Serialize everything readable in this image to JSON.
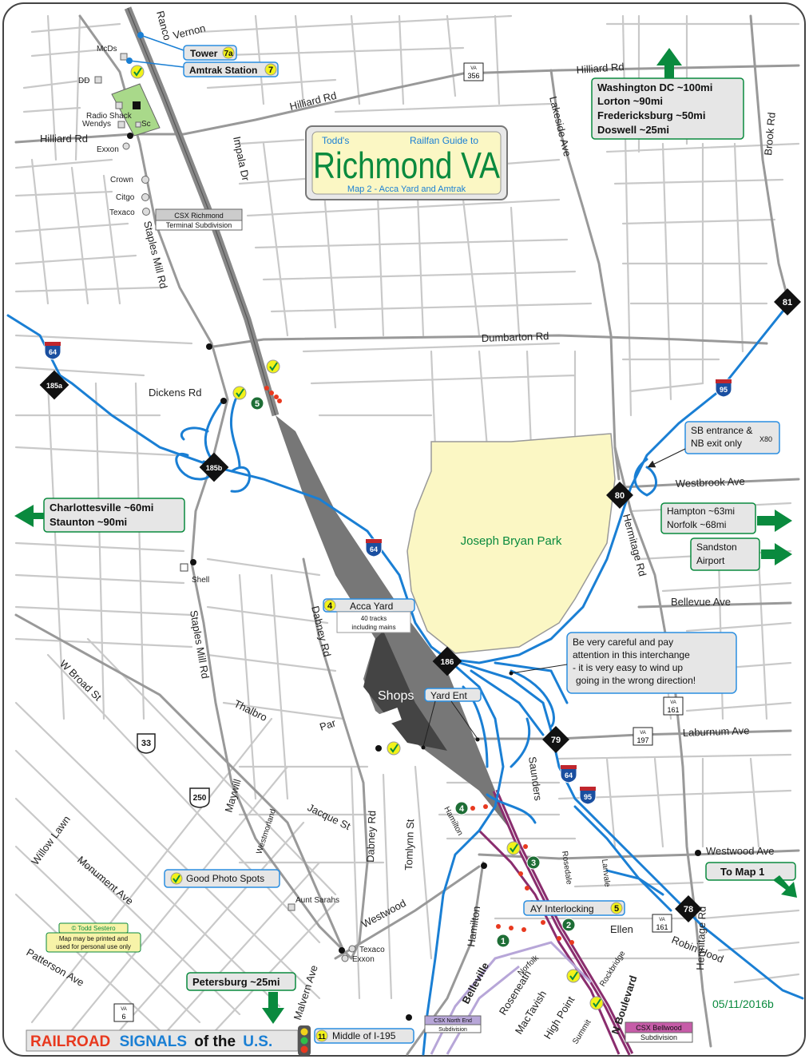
{
  "title": {
    "pre": "Todd's",
    "post": "Railfan Guide to",
    "main": "Richmond VA",
    "sub": "Map 2 - Acca Yard and Amtrak"
  },
  "streets": {
    "hilliard_rd_left": "Hilliard Rd",
    "hilliard_rd_mid": "Hilliard Rd",
    "hilliard_rd_right": "Hilliard Rd",
    "ranco": "Ranco",
    "vernon": "Vernon",
    "impala_dr": "Impala Dr",
    "lakeside_ave": "Lakeside Ave",
    "brook_rd": "Brook Rd",
    "staples_mill_rd_upper": "Staples Mill Rd",
    "staples_mill_rd_lower": "Staples Mill Rd",
    "dumbarton_rd": "Dumbarton Rd",
    "dickens_rd": "Dickens Rd",
    "westbrook_ave": "Westbrook Ave",
    "hermitage_rd_upper": "Hermitage Rd",
    "hermitage_rd_lower": "Hermitage Rd",
    "bellevue_ave": "Bellevue Ave",
    "dabney_rd_upper": "Dabney Rd",
    "dabney_rd_lower": "Dabney Rd",
    "w_broad_st": "W Broad St",
    "thalbro": "Thalbro",
    "par": "Par",
    "laburnum_ave": "Laburnum Ave",
    "maywill": "Maywill",
    "westmorland": "Westmorland",
    "jacque_st": "Jacque St",
    "tomlynn_st": "Tomlynn St",
    "hamilton_upper": "Hamilton",
    "hamilton_lower": "Hamilton",
    "saunders": "Saunders",
    "rosedale": "Rosedale",
    "lanvale": "Lanvale",
    "westwood_ave": "Westwood Ave",
    "westwood": "Westwood",
    "willow_lawn": "Willow Lawn",
    "monument_ave": "Monument Ave",
    "patterson_ave": "Patterson Ave",
    "malvern_ave": "Malvern Ave",
    "belleville": "Belleville",
    "norfolk": "Norfolk",
    "roseneath": "Roseneath",
    "mactavish": "MacTavish",
    "high_point": "High Point",
    "summit": "Summit",
    "rockbridge": "Rockbridge",
    "n_boulevard": "N Boulevard",
    "ellen": "Ellen",
    "robin_hood": "Robin Hood"
  },
  "pois": {
    "mcds": "McDs",
    "dd": "DD",
    "radio_shack": "Radio Shack",
    "wendys": "Wendys",
    "sc": "Sc",
    "exxon_top": "Exxon",
    "crown": "Crown",
    "citgo": "Citgo",
    "texaco_top": "Texaco",
    "shell": "Shell",
    "aunt_sarahs": "Aunt Sarahs",
    "texaco_bottom": "Texaco",
    "exxon_bottom": "Exxon",
    "shops": "Shops",
    "park": "Joseph Bryan Park"
  },
  "callouts": {
    "tower": {
      "label": "Tower",
      "num": "7a"
    },
    "amtrak": {
      "label": "Amtrak Station",
      "num": "7"
    },
    "acca_yard": {
      "label": "Acca Yard",
      "num": "4",
      "note1": "40 tracks",
      "note2": "including mains"
    },
    "yard_ent": {
      "label": "Yard Ent"
    },
    "ay_interlocking": {
      "label": "AY Interlocking",
      "num": "5"
    },
    "middle_i195": {
      "label": "Middle of I-195",
      "num": "11"
    },
    "good_photo": {
      "label": "Good Photo Spots"
    },
    "sb_entrance": {
      "line1": "SB entrance &",
      "line2": "NB exit only",
      "exit": "X80"
    },
    "careful": {
      "line1": "Be very careful and pay",
      "line2": "attention in this interchange",
      "line3": "- it is very easy to wind up",
      "line4": "going in the wrong direction!"
    }
  },
  "subdivisions": {
    "csx_richmond": {
      "line1": "CSX Richmond",
      "line2": "Terminal Subdivision"
    },
    "csx_north_end": {
      "line1": "CSX North End",
      "line2": "Subdivision"
    },
    "csx_bellwood": {
      "line1": "CSX Bellwood",
      "line2": "Subdivision"
    }
  },
  "destinations": {
    "north": {
      "l1": "Washington DC ~100mi",
      "l2": "Lorton ~90mi",
      "l3": "Fredericksburg ~50mi",
      "l4": "Doswell ~25mi"
    },
    "west": {
      "l1": "Charlottesville ~60mi",
      "l2": "Staunton ~90mi"
    },
    "east1": {
      "l1": "Hampton ~63mi",
      "l2": "Norfolk ~68mi"
    },
    "east2": {
      "l1": "Sandston",
      "l2": "Airport"
    },
    "south": {
      "l1": "Petersburg ~25mi"
    },
    "map1": {
      "l1": "To Map 1"
    }
  },
  "exits": {
    "e81": "81",
    "e185a": "185a",
    "e185b": "185b",
    "e80": "80",
    "e186": "186",
    "e79": "79",
    "e78": "78"
  },
  "shields": {
    "i64_a": "64",
    "i64_b": "64",
    "i64_c": "64",
    "i95_a": "95",
    "i95_b": "95",
    "us33": "33",
    "us250": "250",
    "va356": "356",
    "va161_a": "161",
    "va197": "197",
    "va161_b": "161",
    "va6": "6",
    "va_label": "VA"
  },
  "signals": {
    "s5": "5",
    "s4": "4",
    "s3": "3",
    "s2": "2",
    "s1": "1"
  },
  "footer": {
    "copyright": "© Todd Sestero",
    "note1": "Map may be printed and",
    "note2": "used for personal use only",
    "date": "05/11/2016b",
    "brand_railroad": "RAILROAD",
    "brand_signals": "SIGNALS",
    "brand_of_the": "of the",
    "brand_us": "U.S."
  },
  "colors": {
    "interstate": "#1a7fd4",
    "park": "#fbf7c4",
    "dest_green": "#0a8a3e",
    "callout_blue": "#2a8ee0",
    "rail_purple": "#8a2d6e",
    "check_yellow": "#f2f21a"
  }
}
